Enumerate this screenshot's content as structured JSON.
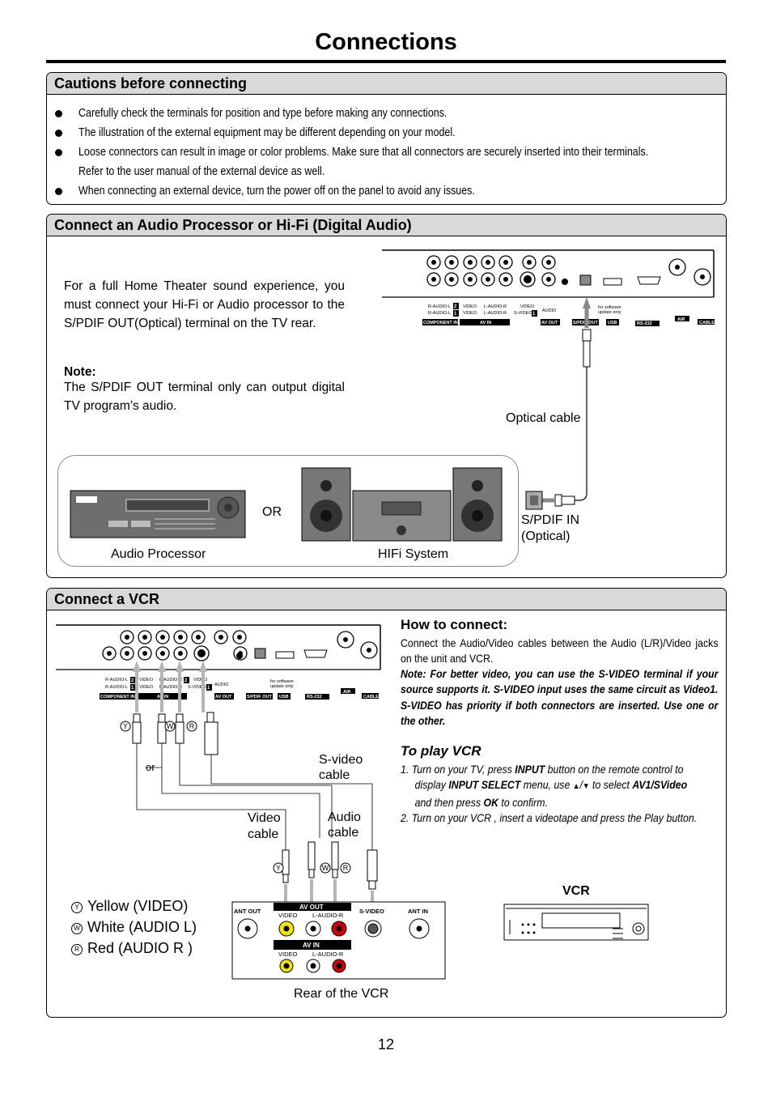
{
  "page": {
    "title": "Connections",
    "page_number": "12"
  },
  "cautions": {
    "header": "Cautions before connecting",
    "items": [
      "Carefully check the terminals for position and type before making any connections.",
      "The illustration of the external equipment may be different depending on your model.",
      "Loose connectors can result in image or color problems. Make sure that all connectors are securely inserted into their terminals.",
      "Refer to the user manual of the external device as well.",
      "When connecting an external device, turn the power off on the panel to avoid any issues."
    ]
  },
  "audio": {
    "header": "Connect an Audio Processor or Hi-Fi (Digital Audio)",
    "intro": "For a full Home Theater sound experience, you must connect your Hi-Fi or Audio processor to the S/PDIF OUT(Optical) terminal on the TV rear.",
    "note_label": "Note:",
    "note": "The S/PDIF OUT terminal only can output digital TV program’s audio.",
    "optical_cable": "Optical cable",
    "spdif_in_1": "S/PDIF IN",
    "spdif_in_2": "(Optical)",
    "or": "OR",
    "audio_processor": "Audio  Processor",
    "hifi_system": "HIFi  System"
  },
  "tv_panel": {
    "r_audio_l": "R-AUDIO-L",
    "component_in": "COMPONENT IN",
    "video": "VIDEO",
    "l_audio_r": "L-AUDIO-R",
    "av_in": "AV  IN",
    "s_video": "S-VIDEO",
    "av_out": "AV OUT",
    "spdif_out": "S/PDIF OUT",
    "usb": "USB",
    "for_software": "for software",
    "update_only": "update only",
    "rs232": "RS-232",
    "air": "AIR",
    "cable": "CABLE",
    "audio_small": "AUDIO",
    "num1": "1",
    "num2": "2"
  },
  "vcr": {
    "header": "Connect a VCR",
    "how_title": "How to connect:",
    "how_text": "Connect the Audio/Video cables between the Audio (L/R)/Video jacks on the unit and VCR.",
    "how_note": "Note:  For better video, you can use the S-VIDEO terminal if your source supports it. S-VIDEO input uses the same circuit as Video1. S-VIDEO has priority if both connectors are inserted. Use one or the other.",
    "play_title": "To play VCR",
    "step1_a": "1. Turn on your TV, press ",
    "step1_b": "INPUT",
    "step1_c": " button on the remote control to",
    "step1_d": "display ",
    "step1_e": "INPUT SELECT",
    "step1_f": " menu, use ",
    "step1_g": " to select ",
    "step1_h": "AV1/SVideo",
    "step1_i": "and then press ",
    "step1_j": "OK",
    "step1_k": " to confirm.",
    "step2": "2. Turn on your VCR , insert a videotape and press the Play button.",
    "svideo_cable_1": "S-video",
    "svideo_cable_2": "cable",
    "video_cable_1": "Video",
    "video_cable_2": "cable",
    "audio_cable_1": "Audio",
    "audio_cable_2": "cable",
    "or": "or",
    "vcr_label": "VCR",
    "rear_label": "Rear of the VCR",
    "ant_out": "ANT OUT",
    "ant_in": "ANT IN",
    "av_out": "AV  OUT",
    "av_in": "AV  IN",
    "video": "VIDEO",
    "l_audio_r": "L-AUDIO-R",
    "s_video": "S-VIDEO",
    "legend_y": "Yellow (VIDEO)",
    "legend_w": "White (AUDIO L)",
    "legend_r": "Red (AUDIO R )",
    "y": "Y",
    "w": "W",
    "r": "R"
  },
  "colors": {
    "header_bg": "#d9d9d9",
    "yellow_jack": "#f2e600",
    "red_jack": "#d00000",
    "cable_gray": "#bdbdbd"
  }
}
